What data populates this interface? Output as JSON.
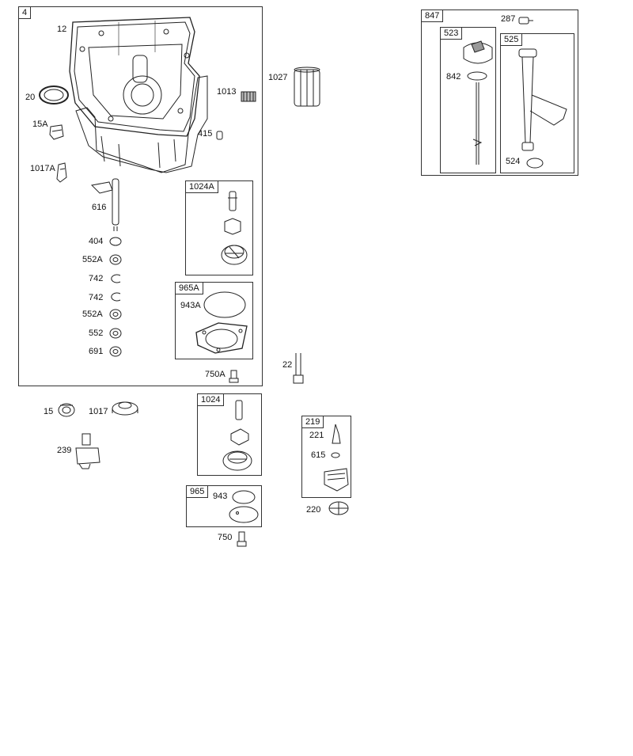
{
  "groups": {
    "g4": "4",
    "g1024A": "1024A",
    "g965A": "965A",
    "g847": "847",
    "g523": "523",
    "g525": "525",
    "g1024": "1024",
    "g965": "965",
    "g219": "219"
  },
  "labels": {
    "p12": "12",
    "p20": "20",
    "p15A": "15A",
    "p1017A": "1017A",
    "p1013": "1013",
    "p415": "415",
    "p616": "616",
    "p404": "404",
    "p552A_1": "552A",
    "p742_1": "742",
    "p742_2": "742",
    "p552A_2": "552A",
    "p552": "552",
    "p691": "691",
    "p943A": "943A",
    "p750A": "750A",
    "p1027": "1027",
    "p287": "287",
    "p842": "842",
    "p524": "524",
    "p22": "22",
    "p15": "15",
    "p1017": "1017",
    "p239": "239",
    "p943": "943",
    "p750": "750",
    "p221": "221",
    "p615": "615",
    "p220": "220"
  }
}
